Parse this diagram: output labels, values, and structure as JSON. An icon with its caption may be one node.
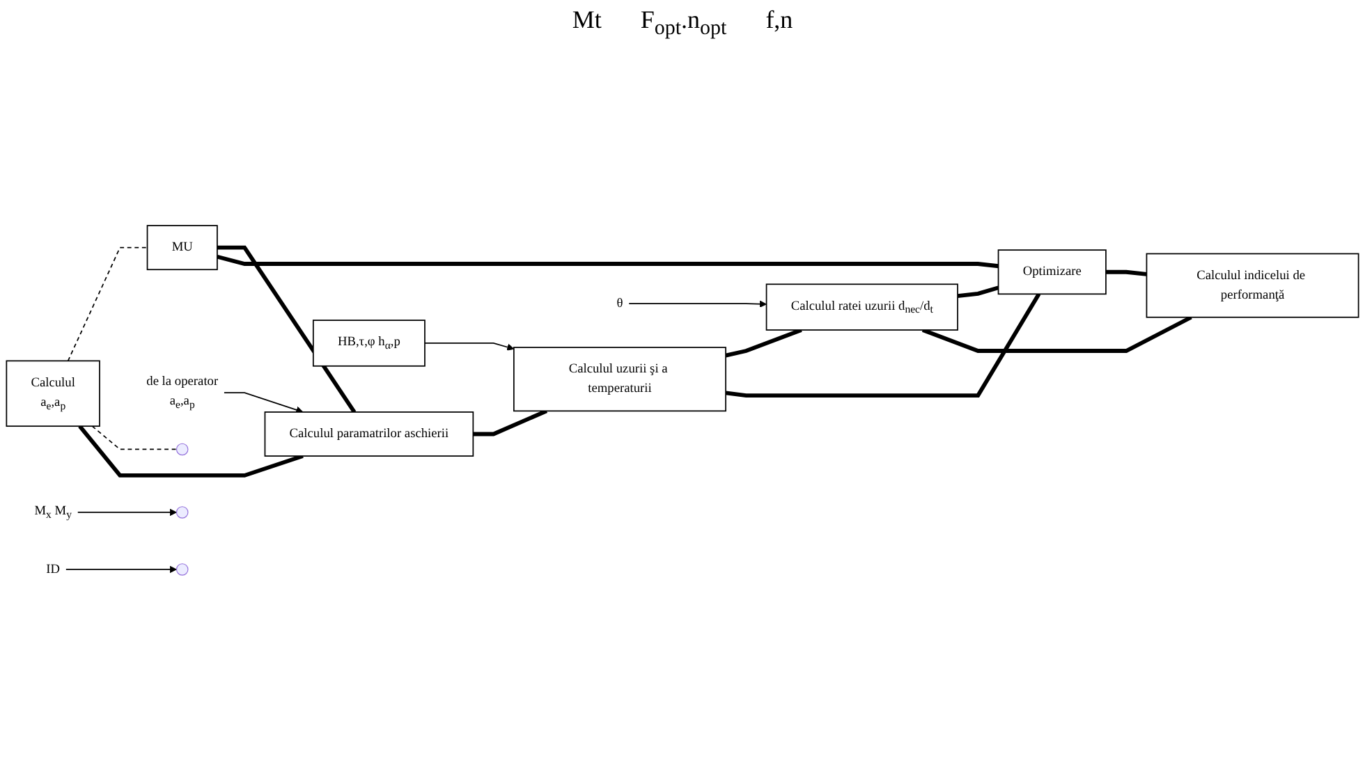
{
  "diagram": {
    "nodes": [
      {
        "text": [
          "Calculul",
          "a$_{e}$,a$_{p}$"
        ]
      },
      {
        "text": [
          "MU"
        ]
      },
      {
        "text": [
          "Calculul paramatrilor aschierii"
        ]
      },
      {
        "text": [
          "HB,τ,φ h$_{α}$,p"
        ]
      },
      {
        "text": [
          "Calculul uzurii şi a temperaturii"
        ]
      },
      {
        "text": [
          "Calculul ratei uzurii d$_{nec}$/d$_{t}$"
        ]
      },
      {
        "text": [
          "Optimizare"
        ]
      },
      {
        "text": [
          "Calculul indicelui de performanţă"
        ]
      },
      {
        "text": [
          "de la operator",
          "a$_{e}$,a$_{p}$"
        ]
      },
      {
        "text": [
          "θ"
        ]
      },
      {
        "text": [
          "ID"
        ]
      },
      {
        "text": [
          "M$_{x}$ M$_{y}$"
        ]
      }
    ],
    "edges": [
      {
        "from": 0,
        "to": 1,
        "arrow": "none",
        "style": "dashed"
      },
      {
        "from": 0,
        "to": null,
        "arrow": "none",
        "style": "dashed"
      },
      {
        "from": 1,
        "to": 2,
        "arrow": "none"
      },
      {
        "from": 0,
        "to": 2,
        "arrow": "none"
      },
      {
        "from": 8,
        "to": 2,
        "arrow": "to"
      },
      {
        "from": 11,
        "to": null,
        "arrow": "to"
      },
      {
        "from": 3,
        "to": 4,
        "arrow": "to"
      },
      {
        "from": 2,
        "to": 4,
        "arrow": "none"
      },
      {
        "from": 4,
        "to": 5,
        "arrow": "none"
      },
      {
        "from": 9,
        "to": 5,
        "arrow": "to"
      },
      {
        "from": 4,
        "to": 6,
        "arrow": "none"
      },
      {
        "from": 5,
        "to": 6,
        "arrow": "none"
      },
      {
        "from": 5,
        "to": 7,
        "arrow": "none"
      },
      {
        "from": 6,
        "to": 7,
        "arrow": "none"
      },
      {
        "from": 10,
        "to": null,
        "arrow": "to"
      },
      {
        "from": 1,
        "to": 6,
        "arrow": "none"
      }
    ],
    "labels": [
      "Mt",
      "F$_{opt}$.n$_{opt}$",
      "f,n"
    ]
  }
}
